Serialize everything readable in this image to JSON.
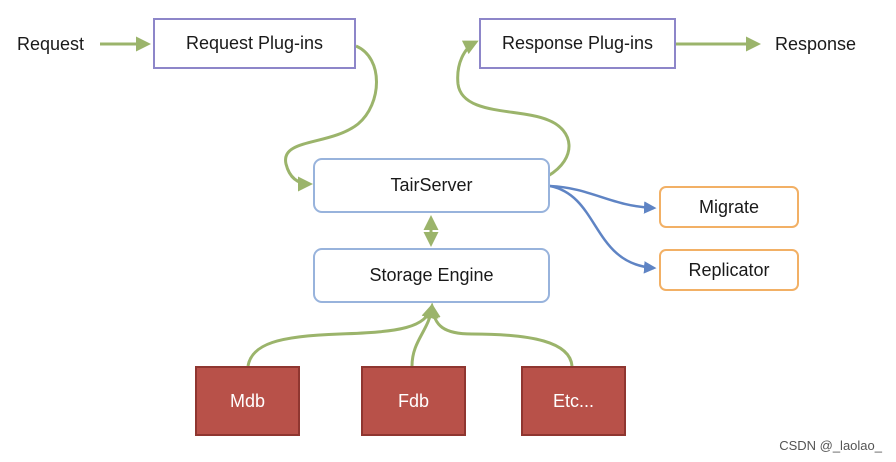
{
  "diagram": {
    "labels": {
      "request": "Request",
      "response": "Response"
    },
    "boxes": {
      "request_plugins": "Request Plug-ins",
      "response_plugins": "Response Plug-ins",
      "tair_server": "TairServer",
      "storage_engine": "Storage Engine",
      "migrate": "Migrate",
      "replicator": "Replicator",
      "mdb": "Mdb",
      "fdb": "Fdb",
      "etc": "Etc..."
    }
  },
  "watermark": "CSDN @_laolao_",
  "colors": {
    "green_arrow": "#9bb46b",
    "blue_arrow": "#5f84c4",
    "purple_border": "#8d86c9",
    "blue_border": "#98b3dc",
    "orange_border": "#f2b065",
    "red_fill": "#b85149"
  }
}
